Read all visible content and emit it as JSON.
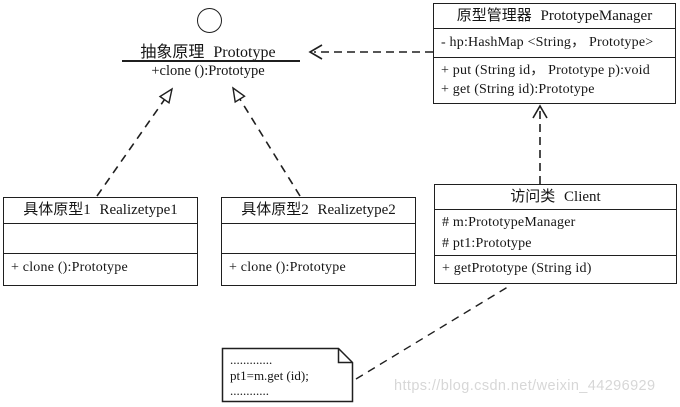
{
  "interface": {
    "title": "抽象原理 Prototype",
    "operation": "+clone ():Prototype"
  },
  "boxes": {
    "manager": {
      "title": "原型管理器 PrototypeManager",
      "attributes": [
        "- hp:HashMap <String， Prototype>"
      ],
      "methods": [
        "+ put (String id， Prototype p):void",
        "+ get (String id):Prototype"
      ]
    },
    "realize1": {
      "title": "具体原型1 Realizetype1",
      "attributes": [],
      "methods": [
        "+ clone ():Prototype"
      ]
    },
    "realize2": {
      "title": "具体原型2 Realizetype2",
      "attributes": [],
      "methods": [
        "+ clone ():Prototype"
      ]
    },
    "client": {
      "title": "访问类 Client",
      "attributes": [
        "# m:PrototypeManager",
        "# pt1:Prototype"
      ],
      "methods": [
        "+ getPrototype (String id)"
      ]
    }
  },
  "note": {
    "lines": [
      ".............",
      "pt1=m.get (id);",
      "............"
    ]
  },
  "relations": [
    {
      "from": "Realizetype1",
      "to": "Prototype",
      "type": "realization"
    },
    {
      "from": "Realizetype2",
      "to": "Prototype",
      "type": "realization"
    },
    {
      "from": "PrototypeManager",
      "to": "Prototype",
      "type": "dependency"
    },
    {
      "from": "Client",
      "to": "PrototypeManager",
      "type": "dependency"
    },
    {
      "from": "note",
      "to": "Client",
      "type": "anchor"
    }
  ],
  "watermark": "https://blog.csdn.net/weixin_44296929",
  "colors": {
    "line": "#1f1f1f",
    "background": "#ffffff",
    "watermark": "#d7d7d7"
  }
}
